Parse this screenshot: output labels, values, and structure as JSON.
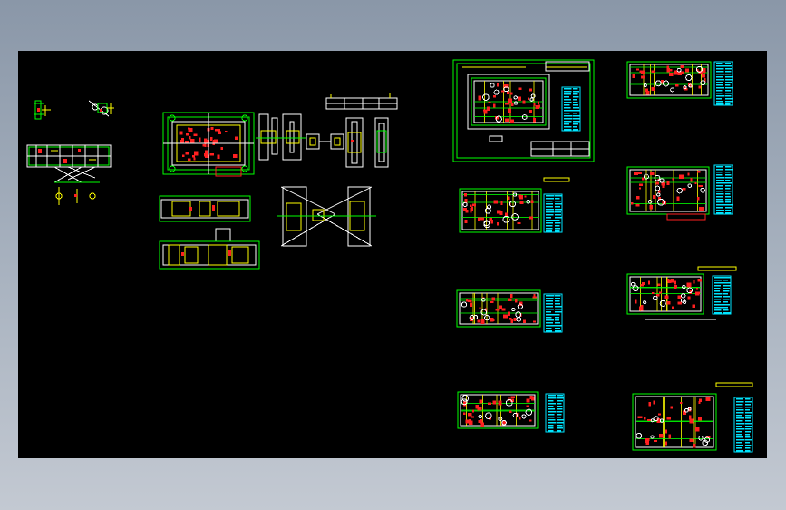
{
  "app": {
    "background_gradient": [
      "#8a97a8",
      "#c3c9d2"
    ],
    "canvas_color": "#000000"
  },
  "drawing": {
    "layer_colors": {
      "outline": "#00ff00",
      "detail": "#ff2020",
      "annotation": "#ffff00",
      "table": "#00e5ff",
      "frame": "#ffffff",
      "accent": "#ff00ff"
    },
    "sheets": [
      "mold-assembly-overview",
      "section-views",
      "fixture-details",
      "plate-layouts"
    ]
  }
}
